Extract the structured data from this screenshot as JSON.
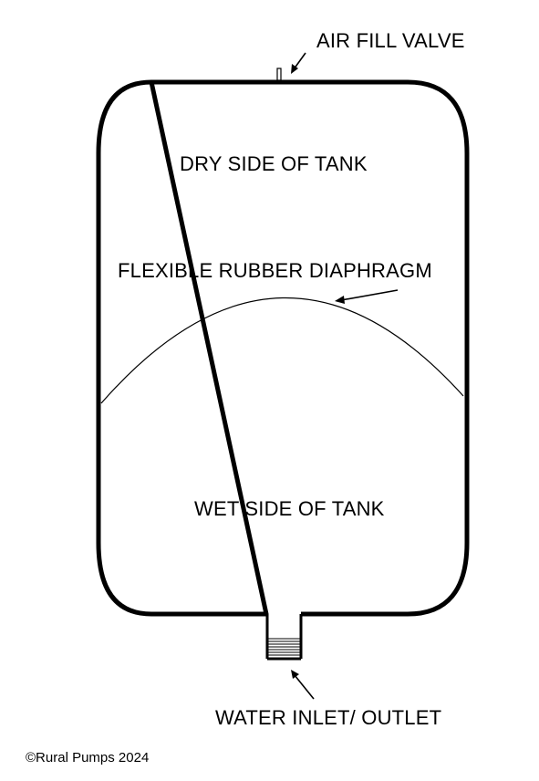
{
  "labels": {
    "air_fill_valve": "AIR FILL VALVE",
    "dry_side": "DRY SIDE OF TANK",
    "diaphragm": "FLEXIBLE RUBBER DIAPHRAGM",
    "wet_side": "WET SIDE OF TANK",
    "water_inlet": "WATER INLET/ OUTLET"
  },
  "copyright": "©Rural Pumps 2024",
  "colors": {
    "line": "#000000",
    "background": "#ffffff"
  }
}
